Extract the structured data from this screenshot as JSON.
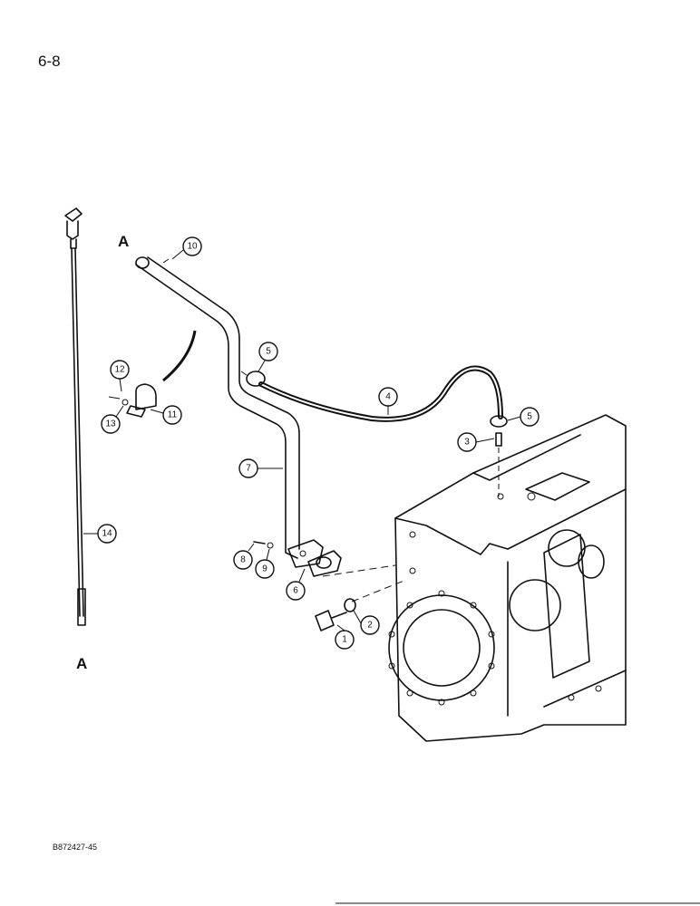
{
  "page": {
    "number": "6-8",
    "reference_code": "B872427-45"
  },
  "section_letters": {
    "top": "A",
    "bottom": "A"
  },
  "callouts": [
    "1",
    "2",
    "3",
    "4",
    "5",
    "5",
    "6",
    "7",
    "8",
    "9",
    "10",
    "11",
    "12",
    "13",
    "14"
  ]
}
